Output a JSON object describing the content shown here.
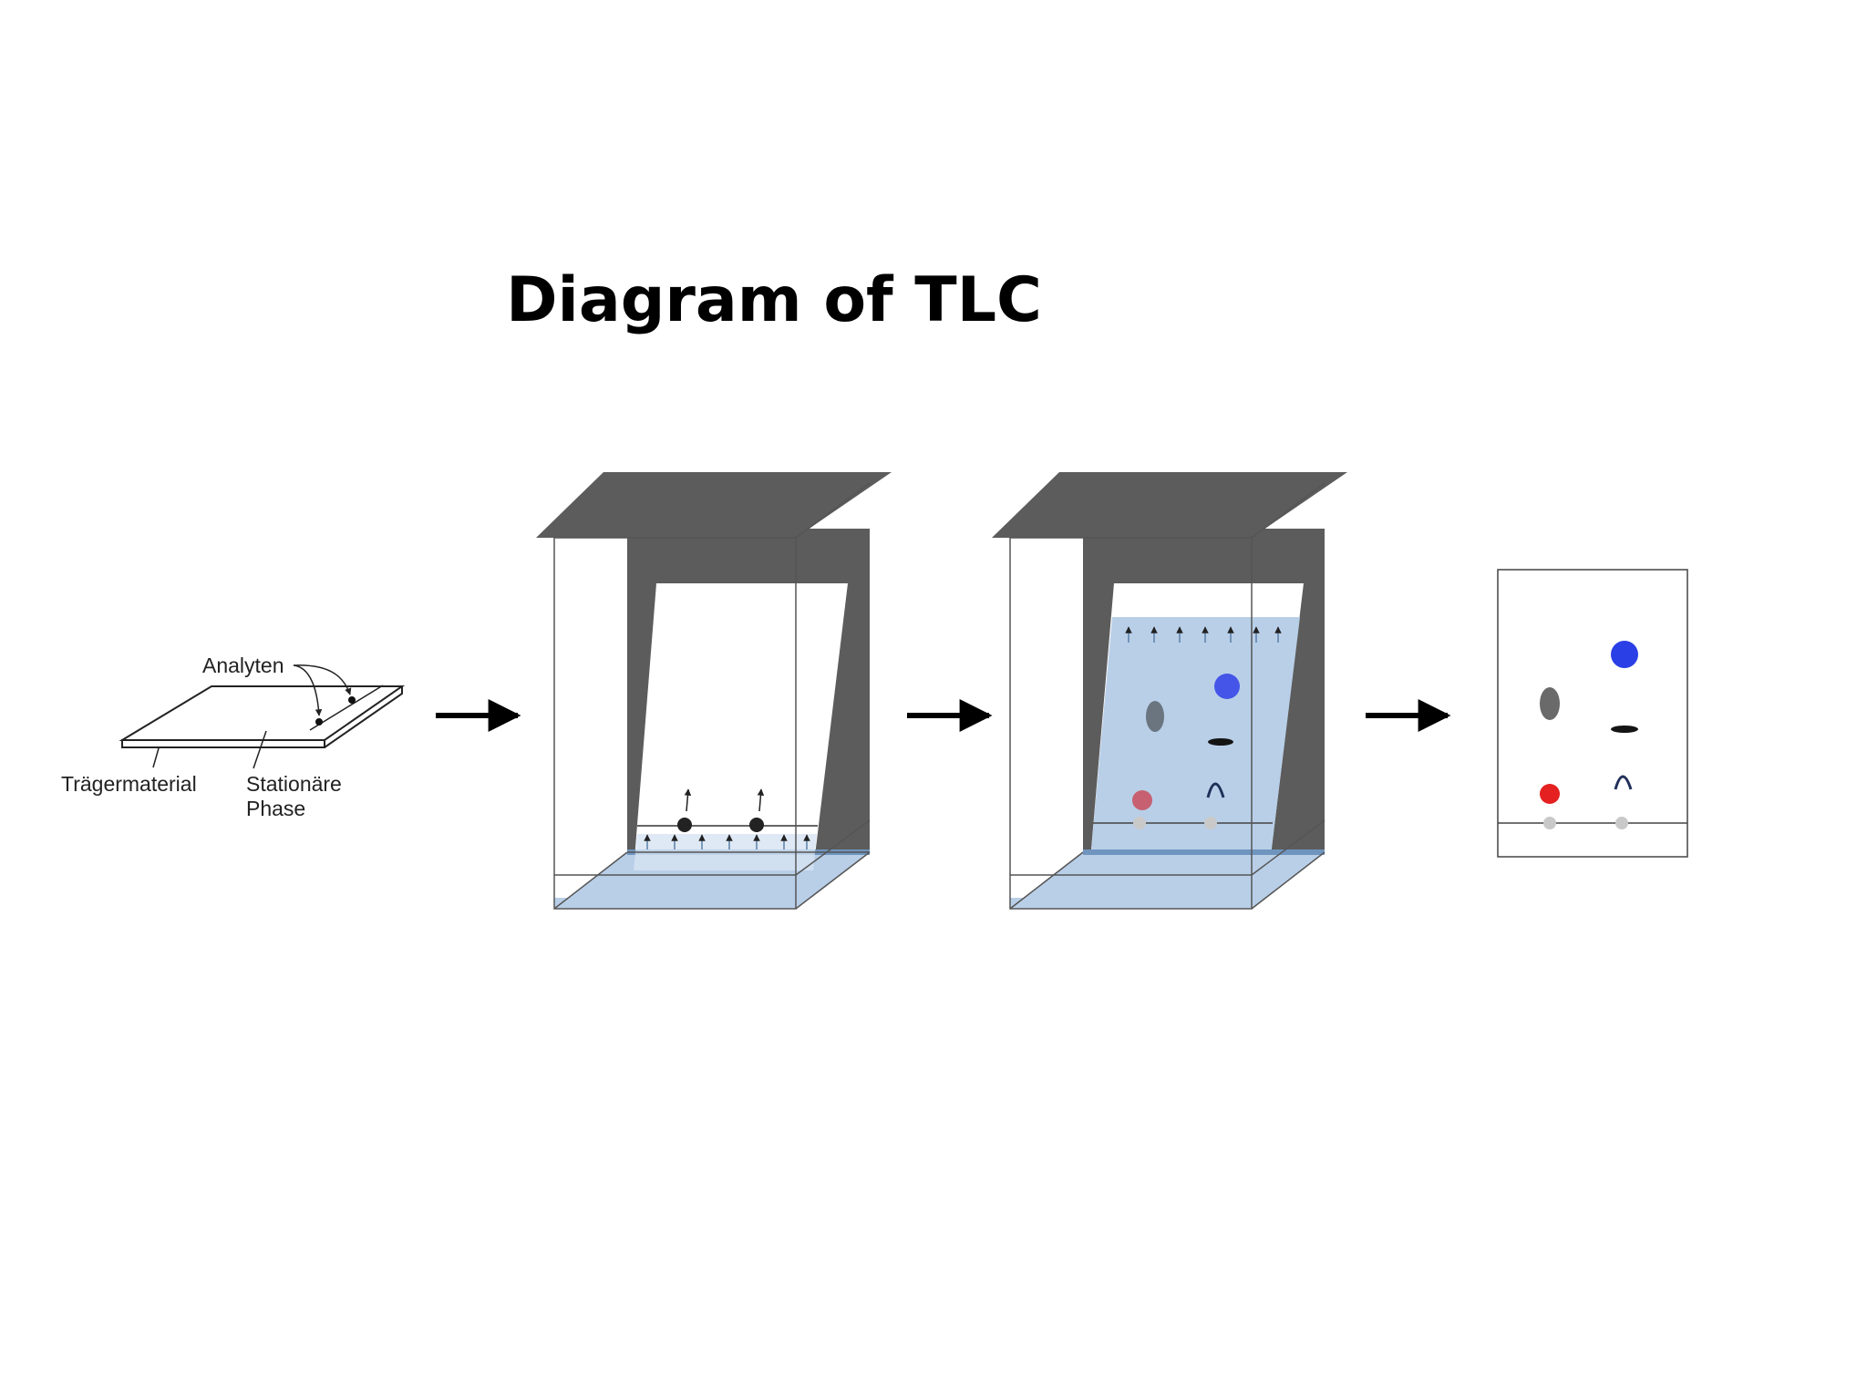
{
  "title": "Diagram of TLC",
  "plate_labels": {
    "analytes": "Analyten",
    "support": "Trägermaterial",
    "stationary_line1": "Stationäre",
    "stationary_line2": "Phase"
  },
  "colors": {
    "chamber_dark": "#5c5c5c",
    "solvent": "#b9cfe8",
    "solvent_edge": "#6f95bf",
    "spot_blue": "#2b3fe6",
    "spot_red": "#e42020",
    "spot_gray": "#6a6a6a",
    "spot_dark": "#141414",
    "origin_spot": "#c9c9c9"
  },
  "steps": [
    "plate-with-analytes",
    "chamber-start",
    "chamber-developed",
    "developed-plate"
  ]
}
